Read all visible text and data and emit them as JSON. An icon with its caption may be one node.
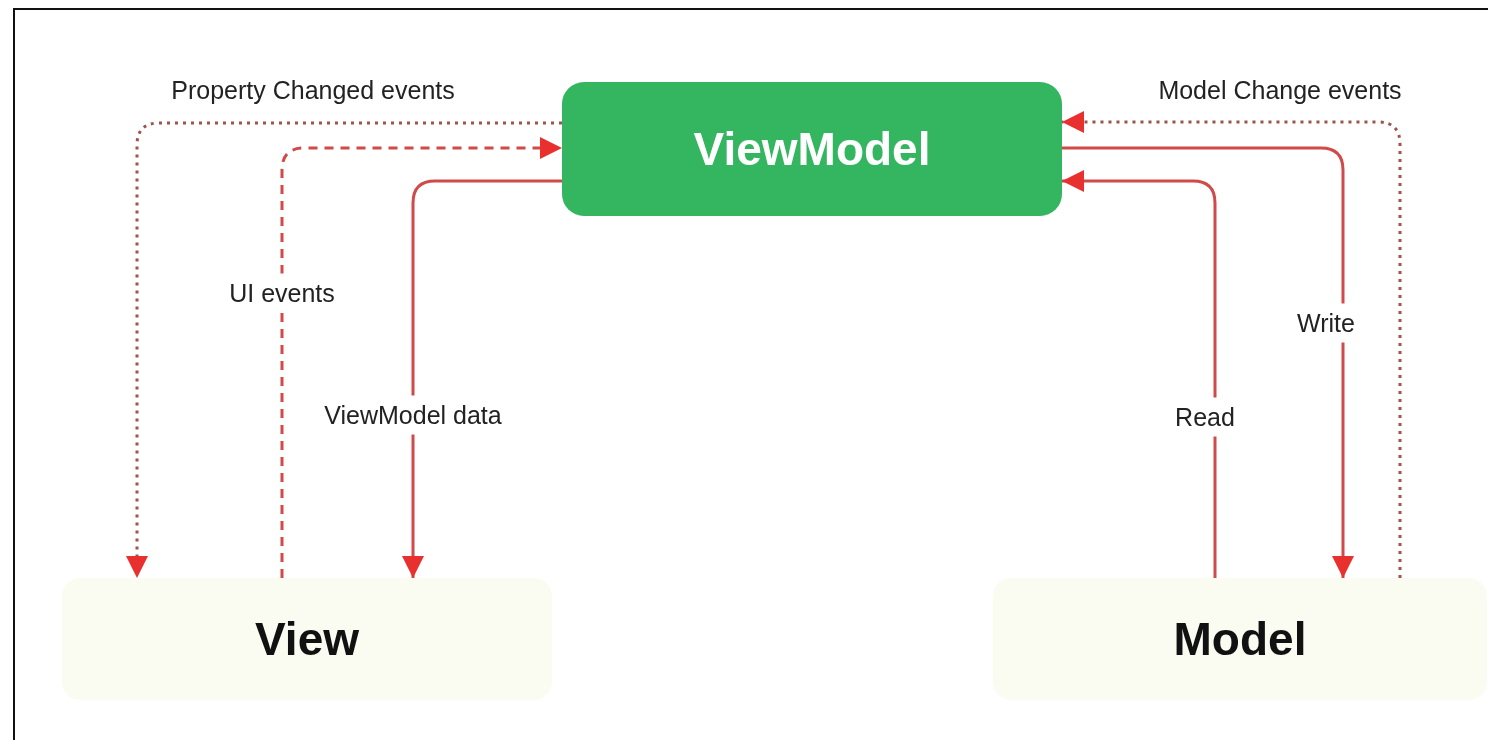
{
  "diagram": {
    "nodes": [
      {
        "text": [
          "ViewModel"
        ]
      },
      {
        "text": [
          "View"
        ]
      },
      {
        "text": [
          "Model"
        ]
      }
    ],
    "edges": [
      {
        "from": 0,
        "to": 1,
        "arrow": "to",
        "label": "Property Changed events",
        "style": "dashed",
        "color": "#a0524e"
      },
      {
        "from": 1,
        "to": 0,
        "arrow": "to",
        "label": "UI events",
        "style": "dashed"
      },
      {
        "from": 0,
        "to": 1,
        "arrow": "to",
        "label": "ViewModel data"
      },
      {
        "from": 2,
        "to": 0,
        "arrow": "to",
        "label": "Read"
      },
      {
        "from": 0,
        "to": 2,
        "arrow": "to",
        "label": "Write"
      },
      {
        "from": 2,
        "to": 0,
        "arrow": "to",
        "label": "Model Change events",
        "style": "dashed",
        "color": "#a0524e"
      }
    ]
  }
}
